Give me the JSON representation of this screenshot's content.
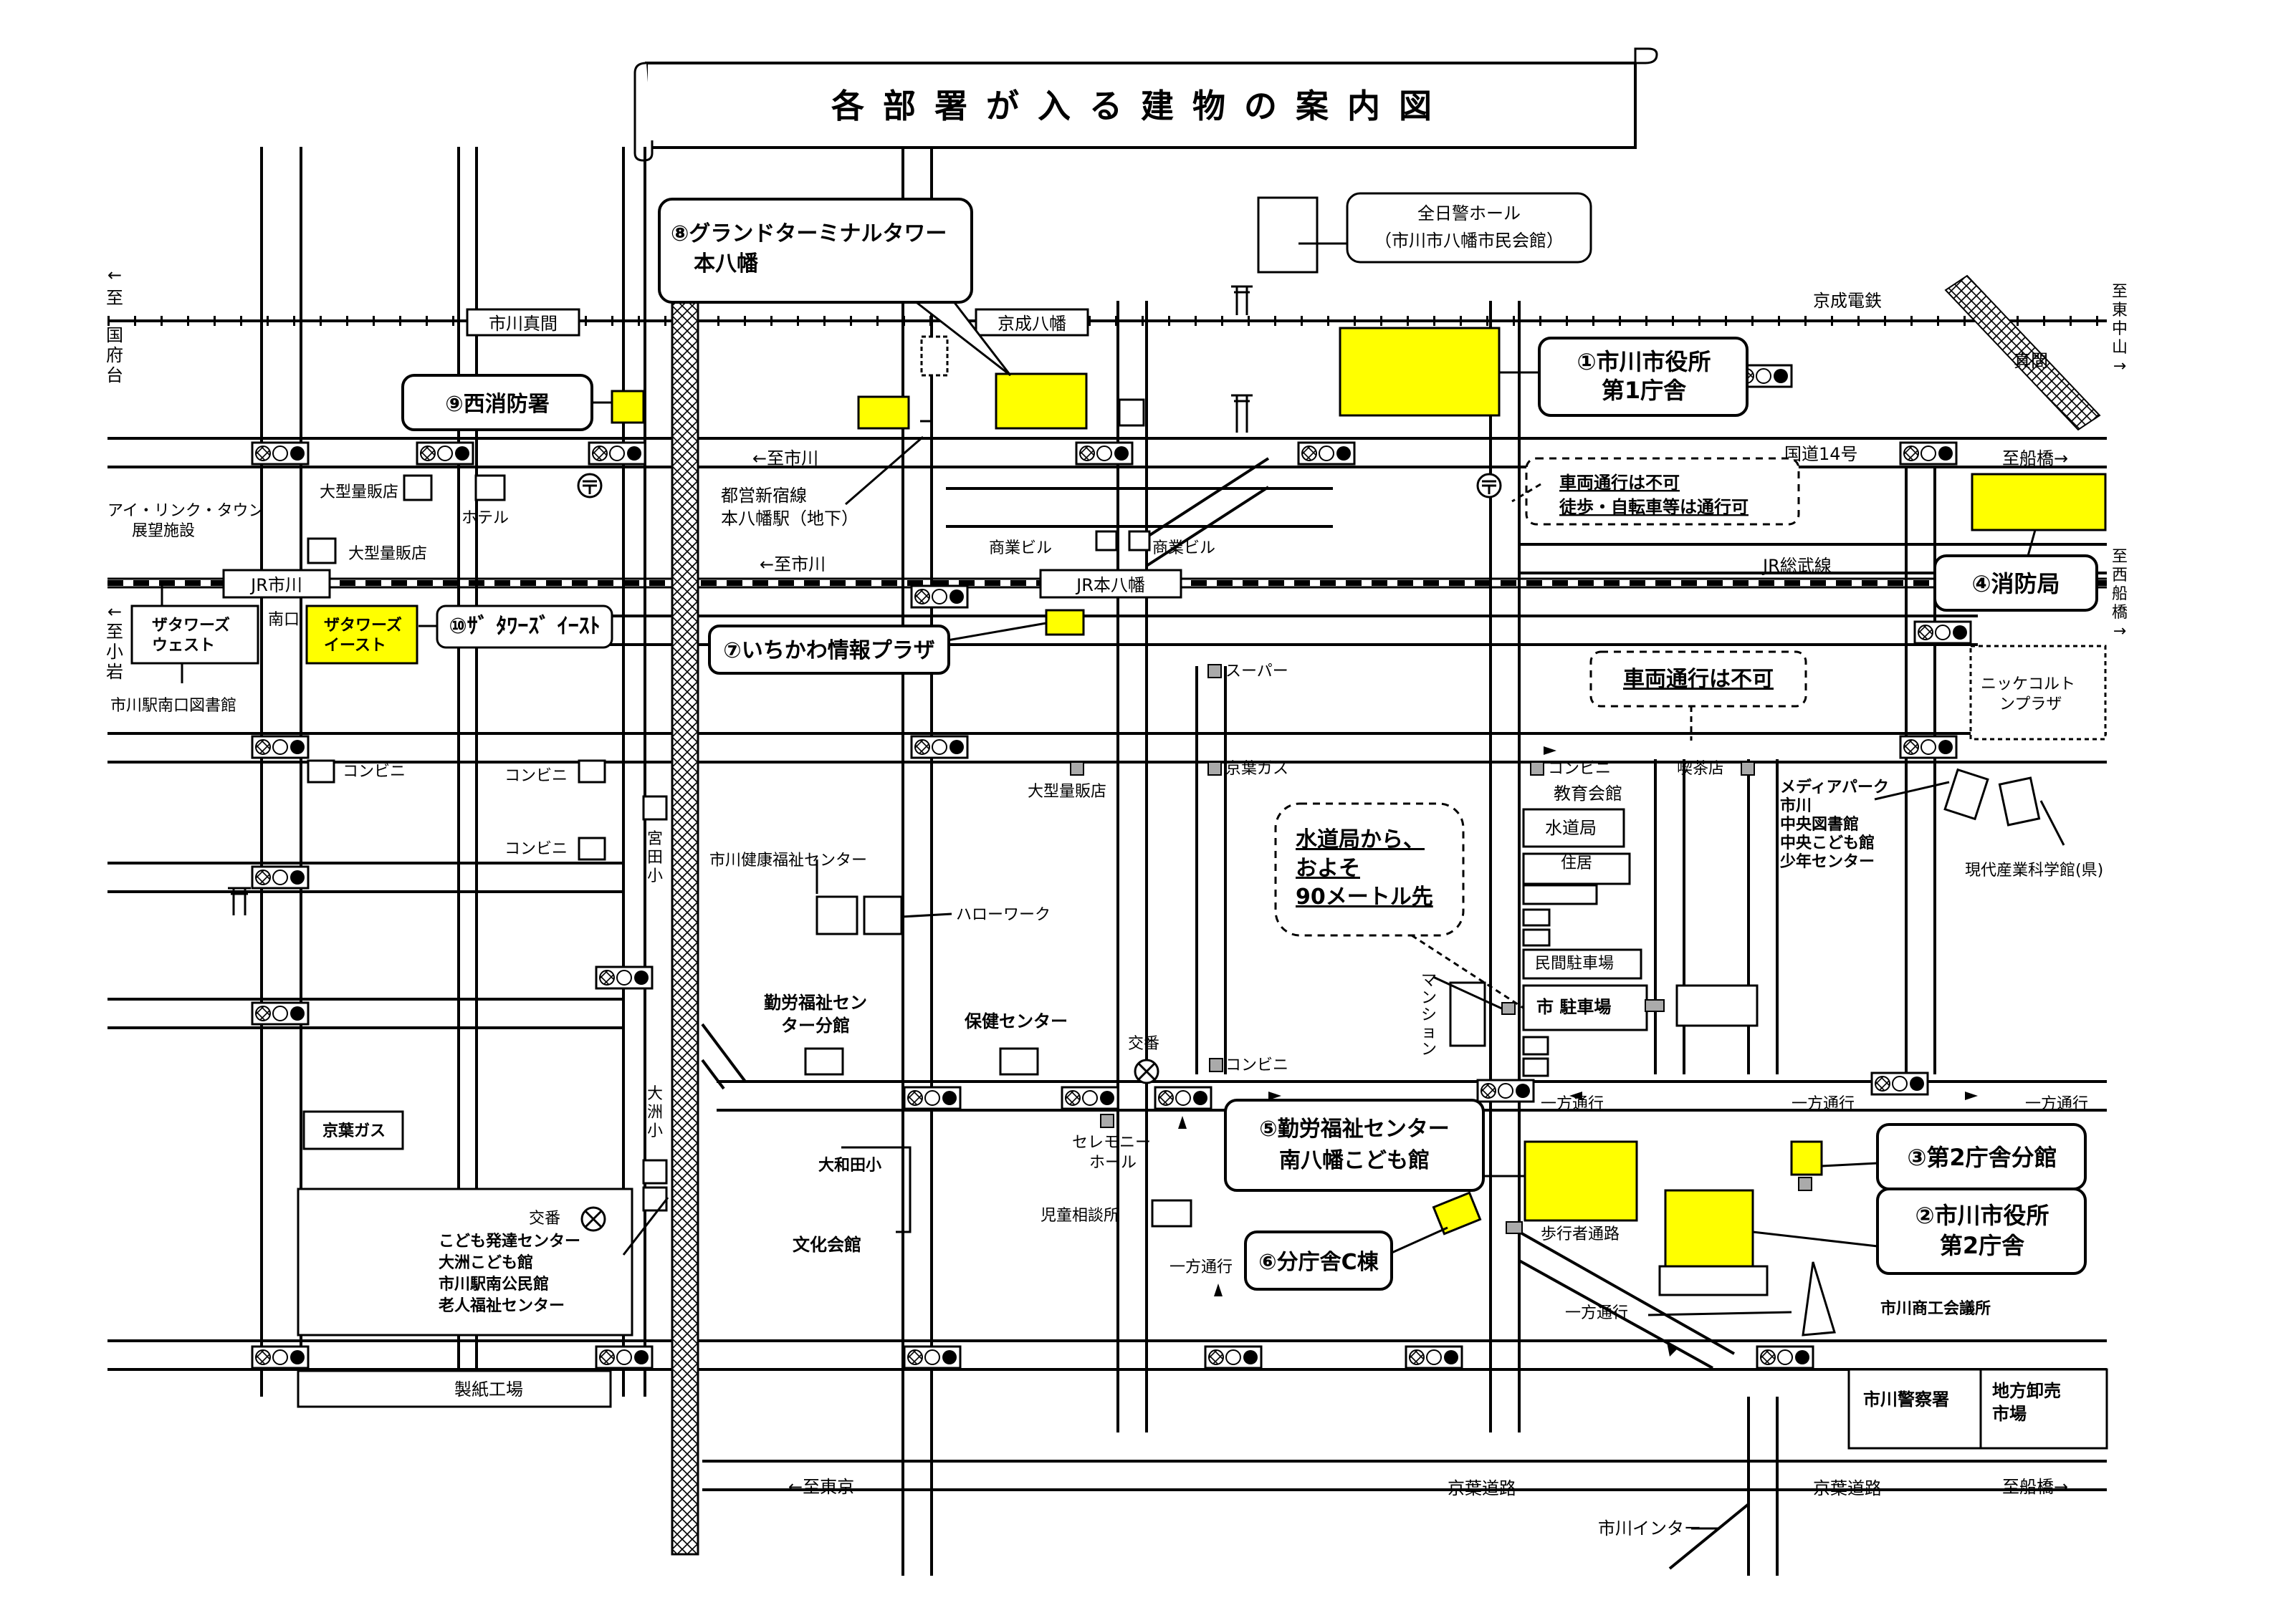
{
  "title": "各部署が入る建物の案内図",
  "stations": {
    "ichikawa_mama": "市川真間",
    "keisei_yawata": "京成八幡",
    "jr_ichikawa": "JR市川",
    "jr_motoyawata": "JR本八幡"
  },
  "directions": {
    "kokufudai": [
      "←",
      "至",
      "国",
      "府",
      "台"
    ],
    "koiwa": [
      "←",
      "至",
      "小",
      "岩"
    ],
    "higashi_nakayama": [
      "至",
      "東",
      "中",
      "山",
      "→"
    ],
    "nishifunabashi": [
      "至",
      "西",
      "船",
      "橋",
      "→"
    ],
    "to_ichikawa_1": "←至市川",
    "to_ichikawa_2": "←至市川",
    "to_funabashi_1": "至船橋→",
    "to_funabashi_2": "至船橋→",
    "to_tokyo": "←至東京"
  },
  "railways": {
    "keisei": "京成電鉄",
    "jr_sobu": "JR総武線",
    "mama": "真間"
  },
  "roads": {
    "route14": "国道14号",
    "keiyo_left": "京葉道路",
    "keiyo_right": "京葉道路",
    "interchange": "市川インター"
  },
  "departments": {
    "d1": [
      "①市川市役所",
      "第1庁舎"
    ],
    "d2": [
      "②市川市役所",
      "第2庁舎"
    ],
    "d3": "③第2庁舎分館",
    "d4": "④消防局",
    "d5": [
      "⑤勤労福祉センター",
      "南八幡こども館"
    ],
    "d6": "⑥分庁舎C棟",
    "d7": "⑦いちかわ情報プラザ",
    "d8": [
      "⑧グランドターミナルタワー",
      "本八幡"
    ],
    "d9": "⑨西消防署",
    "d10": "⑩ｻﾞ ﾀﾜｰｽﾞ ｲｰｽﾄ"
  },
  "callouts": {
    "hall": [
      "全日警ホール",
      "（市川市八幡市民会館）"
    ],
    "no_vehicle_1": [
      "車両通行は不可",
      "徒歩・自転車等は通行可"
    ],
    "no_vehicle_2": "車両通行は不可",
    "from_water": [
      "水道局から、",
      "およそ",
      "90メートル先"
    ]
  },
  "landmarks": {
    "aiLinkTown": [
      "アイ・リンク・タウン",
      "展望施設"
    ],
    "towersWest": [
      "ザタワーズ",
      "ウェスト"
    ],
    "towersEast": [
      "ザタワーズ",
      "イースト"
    ],
    "minamiguchi": "南口",
    "library": "市川駅南口図書館",
    "largeStore1": "大型量販店",
    "largeStore2": "大型量販店",
    "largeStore3": "大型量販店",
    "hotel": "ホテル",
    "conv1": "コンビニ",
    "conv2": "コンビニ",
    "conv3": "コンビニ",
    "conv4": "コンビニ",
    "conv5": "コンビニ",
    "subway": [
      "都営新宿線",
      "本八幡駅（地下）"
    ],
    "bldg1": "商業ビル",
    "bldg2": "商業ビル",
    "super": "スーパー",
    "keiyoGas1": "京葉ガス",
    "keiyoGas2": "京葉ガス",
    "healthWelfare": "市川健康福祉センター",
    "hellowork": "ハローワーク",
    "workerAnnex": [
      "勤労福祉セン",
      "ター分館"
    ],
    "healthCenter": "保健センター",
    "koban1": "交番",
    "koban2": "交番",
    "ceremony": [
      "セレモニー",
      "ホール"
    ],
    "owadaSchool": "大和田小",
    "bunka": "文化会館",
    "child": "児童相談所",
    "miyata": [
      "宮",
      "田",
      "小"
    ],
    "osu": [
      "大",
      "洲",
      "小"
    ],
    "kodomo": [
      "こども発達センター",
      "大洲こども館",
      "市川駅南公民館",
      "老人福祉センター"
    ],
    "paper": "製紙工場",
    "eduHall": "教育会館",
    "waterBureau": "水道局",
    "residence": "住居",
    "privParking": "民間駐車場",
    "cityParking": "市 駐車場",
    "mansion": [
      "マ",
      "ン",
      "シ",
      "ョ",
      "ン"
    ],
    "kissa": "喫茶店",
    "mediaPark": [
      "メディアパーク",
      "市川",
      "中央図書館",
      "中央こども館",
      "少年センター"
    ],
    "museum": "現代産業科学館(県)",
    "nikke": [
      "ニッケコルト",
      "ンプラザ"
    ],
    "oneway1": "一方通行",
    "oneway2": "一方通行",
    "oneway3": "一方通行",
    "oneway4": "一方通行",
    "oneway5": "一方通行",
    "walkway": "歩行者通路",
    "shoko": "市川商工会議所",
    "police": "市川警察署",
    "market": [
      "地方卸売",
      "市場"
    ]
  },
  "colors": {
    "highlight": "#ffff00",
    "ink": "#000000",
    "paper": "#ffffff",
    "grey": "#aaaaaa"
  }
}
